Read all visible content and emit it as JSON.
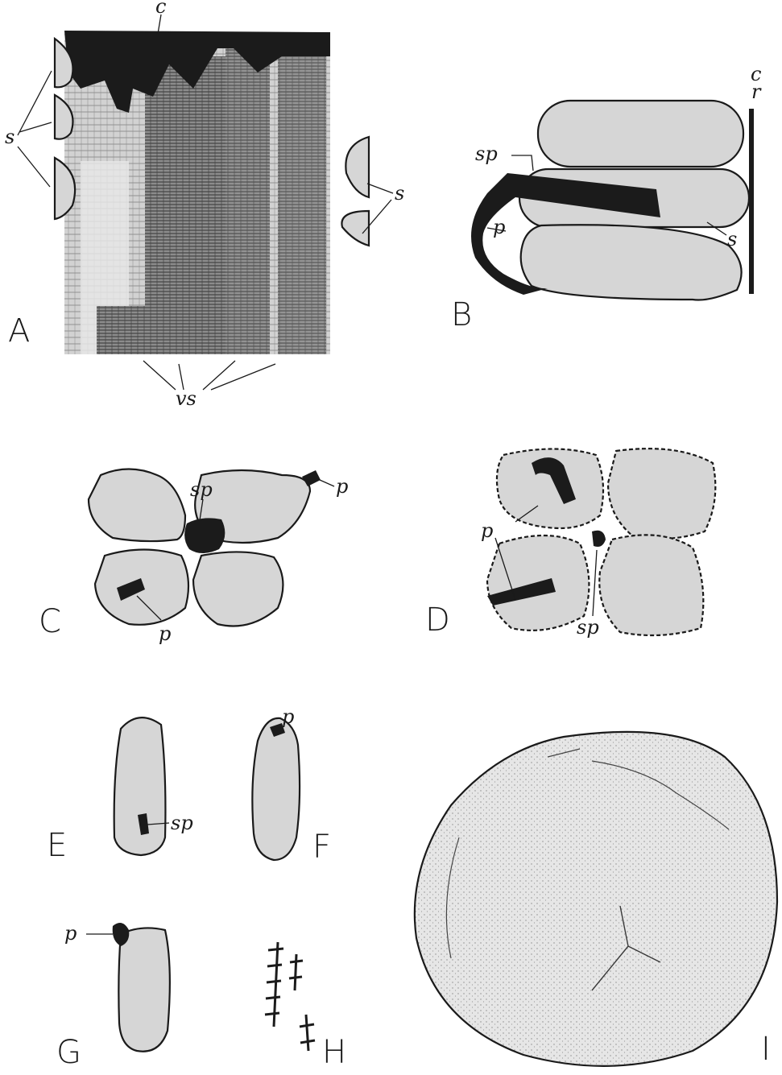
{
  "panels": {
    "a": {
      "letter": "A",
      "labels": {
        "c": "c",
        "s_left": "s",
        "s_right": "s",
        "vs": "vs"
      }
    },
    "b": {
      "letter": "B",
      "labels": {
        "sp": "sp",
        "p": "p",
        "s": "s",
        "c": "c",
        "r": "r"
      }
    },
    "c": {
      "letter": "C",
      "labels": {
        "sp": "sp",
        "p_top": "p",
        "p_bottom": "p"
      }
    },
    "d": {
      "letter": "D",
      "labels": {
        "p": "p",
        "sp": "sp"
      }
    },
    "e": {
      "letter": "E",
      "labels": {
        "sp": "sp"
      }
    },
    "f": {
      "letter": "F",
      "labels": {
        "p": "p"
      }
    },
    "g": {
      "letter": "G",
      "labels": {
        "p": "p"
      }
    },
    "h": {
      "letter": "H"
    },
    "i": {
      "letter": "I"
    }
  },
  "colors": {
    "ink": "#1a1a1a",
    "cell_fill": "#d6d6d6",
    "dark_tissue": "#1b1b1b",
    "paper": "#ffffff"
  }
}
